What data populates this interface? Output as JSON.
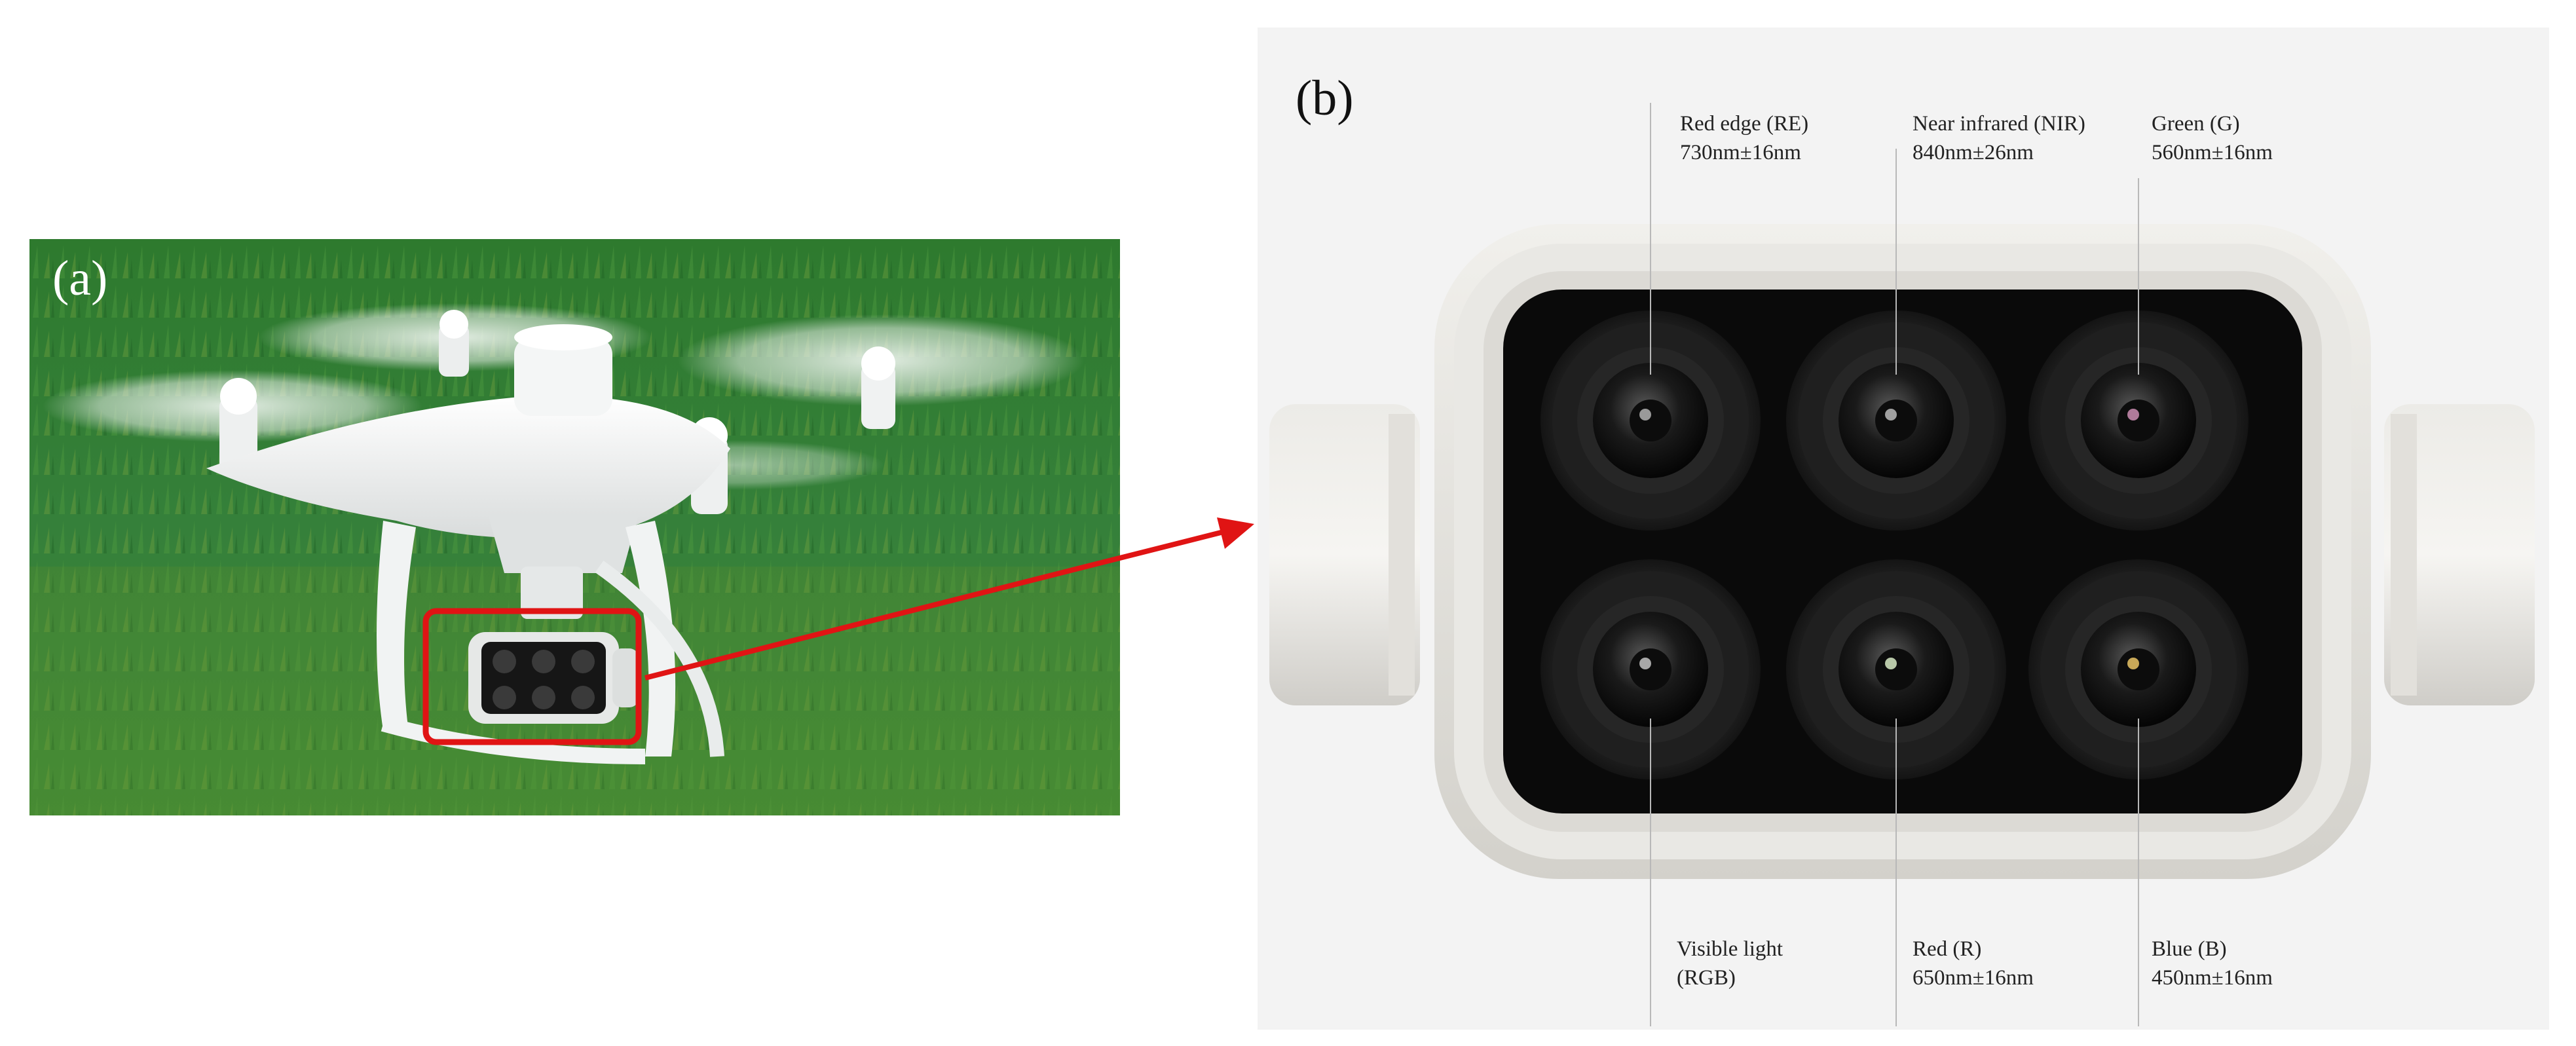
{
  "panels": {
    "a": {
      "label": "(a)"
    },
    "b": {
      "label": "(b)"
    }
  },
  "bands": [
    {
      "name": "Red edge (RE)",
      "wavelength": "730nm±16nm"
    },
    {
      "name": "Near infrared (NIR)",
      "wavelength": "840nm±26nm"
    },
    {
      "name": "Green (G)",
      "wavelength": "560nm±16nm"
    },
    {
      "name": "Visible light",
      "wavelength": "(RGB)"
    },
    {
      "name": "Red (R)",
      "wavelength": "650nm±16nm"
    },
    {
      "name": "Blue (B)",
      "wavelength": "450nm±16nm"
    }
  ],
  "colors": {
    "highlight": "#e01414",
    "grass": "#2f7a2c",
    "camera_body": "#e6e4df",
    "lens_housing": "#0b0b0b"
  }
}
